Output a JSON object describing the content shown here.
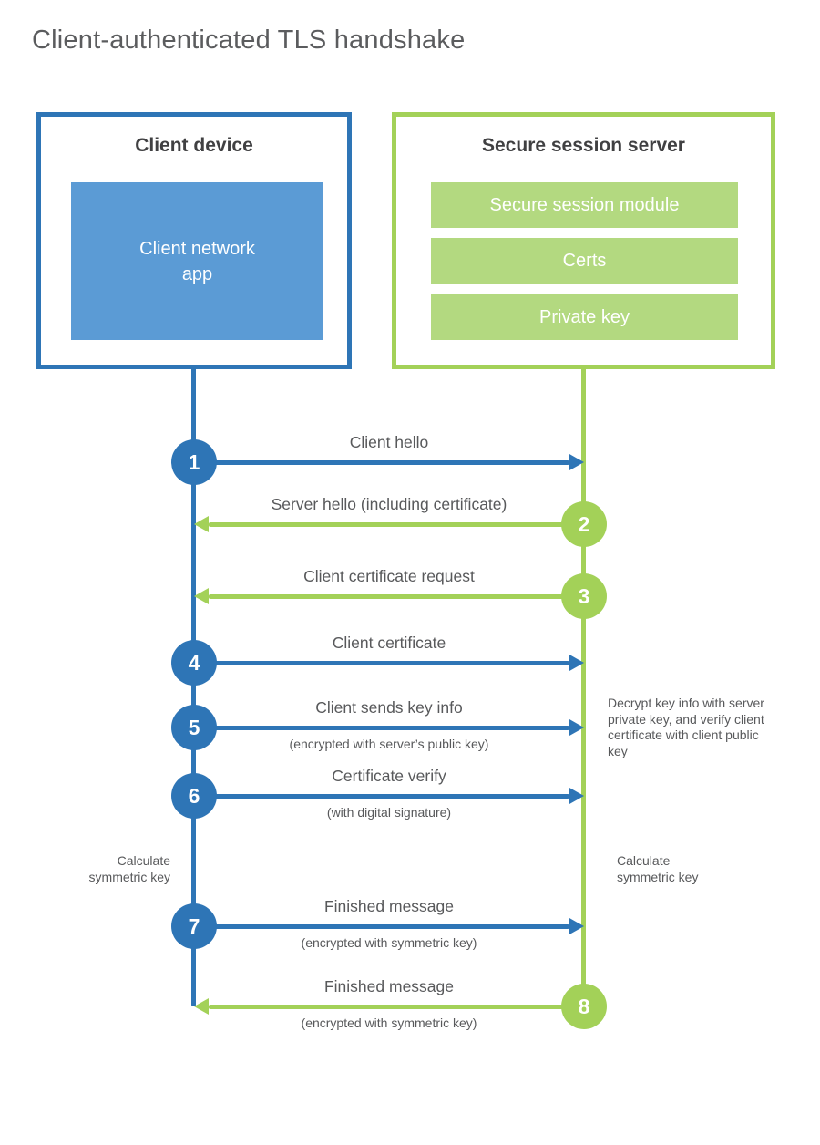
{
  "title": "Client-authenticated TLS handshake",
  "colors": {
    "blue": "#2e75b6",
    "blue_fill": "#5b9bd5",
    "green": "#a3d158",
    "green_fill": "#b3d980",
    "text": "#58595b",
    "heading": "#404042"
  },
  "client_box": {
    "title": "Client device",
    "app_label": "Client network\napp"
  },
  "server_box": {
    "title": "Secure session server",
    "modules": [
      "Secure session module",
      "Certs",
      "Private key"
    ]
  },
  "steps": [
    {
      "num": "1",
      "from": "client",
      "label": "Client hello",
      "sub": ""
    },
    {
      "num": "2",
      "from": "server",
      "label": "Server hello (including certificate)",
      "sub": ""
    },
    {
      "num": "3",
      "from": "server",
      "label": "Client certificate request",
      "sub": ""
    },
    {
      "num": "4",
      "from": "client",
      "label": "Client certificate",
      "sub": ""
    },
    {
      "num": "5",
      "from": "client",
      "label": "Client sends key info",
      "sub": "(encrypted with server’s public key)"
    },
    {
      "num": "6",
      "from": "client",
      "label": "Certificate verify",
      "sub": "(with digital signature)"
    },
    {
      "num": "7",
      "from": "client",
      "label": "Finished message",
      "sub": "(encrypted with symmetric key)"
    },
    {
      "num": "8",
      "from": "server",
      "label": "Finished message",
      "sub": "(encrypted with symmetric key)"
    }
  ],
  "notes": {
    "decrypt": "Decrypt key info with server private key, and verify client certificate with client public key",
    "calc_left": "Calculate\nsymmetric key",
    "calc_right": "Calculate\nsymmetric key"
  }
}
